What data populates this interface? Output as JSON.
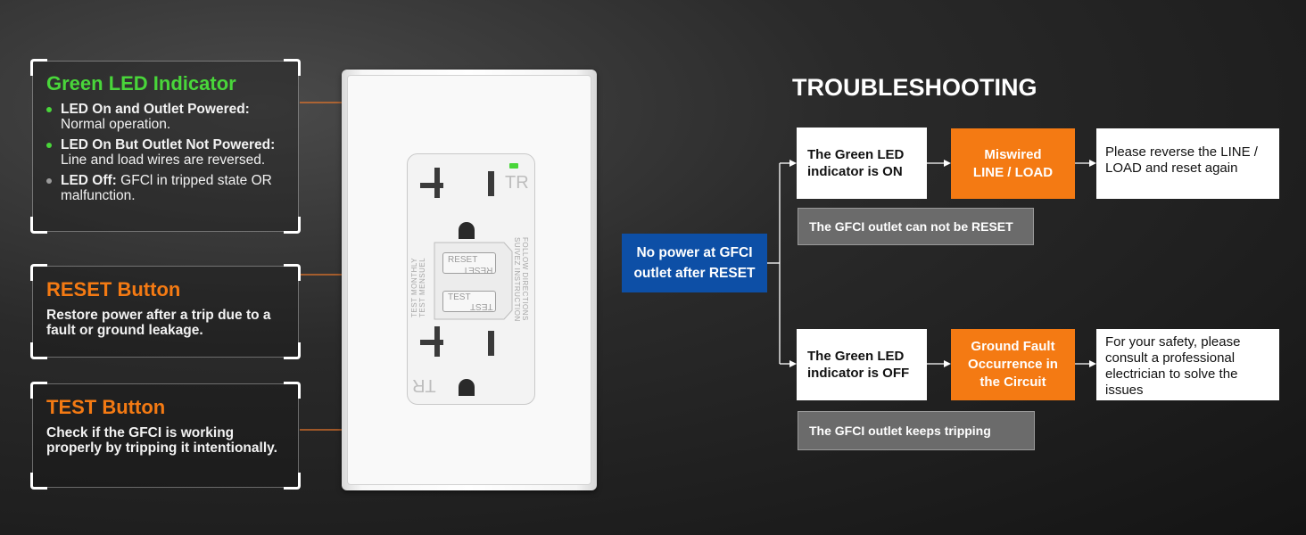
{
  "led_panel": {
    "title": "Green LED Indicator",
    "items": [
      {
        "bold": "LED On and Outlet Powered:",
        "text": "Normal operation.",
        "dot_color": "#49d63a"
      },
      {
        "bold": "LED On But Outlet Not Powered:",
        "text": "Line and load wires are reversed.",
        "dot_color": "#49d63a"
      },
      {
        "bold": "LED Off:",
        "text": " GFCl in tripped state OR malfunction.",
        "dot_color": "#9a9a9a"
      }
    ]
  },
  "reset_panel": {
    "title": "RESET Button",
    "text": "Restore power after a trip due to a fault or ground leakage."
  },
  "test_panel": {
    "title": "TEST Button",
    "text": "Check if the GFCI is working properly by tripping it intentionally."
  },
  "outlet": {
    "reset_label": "RESET",
    "test_label": "TEST",
    "tr_label": "TR",
    "side_left": "TEST MONTHLY\nTEST MENSUEL",
    "side_right": "FOLLOW DIRECTIONS\nSUIVEZ INSTRUCTION"
  },
  "troubleshooting": {
    "title": "TROUBLESHOOTING",
    "start": "No power at GFCI outlet after RESET",
    "branch_on": {
      "condition": "The Green LED indicator is ON",
      "cause": "Miswired LINE / LOAD",
      "action": "Please reverse the LINE / LOAD and reset again",
      "note": "The GFCI outlet can not be RESET"
    },
    "branch_off": {
      "condition": "The Green LED indicator is OFF",
      "cause": "Ground Fault Occurrence in the Circuit",
      "action": "For your safety, please consult a professional electrician to solve the issues",
      "note": "The GFCI outlet keeps tripping"
    }
  },
  "colors": {
    "green": "#49d63a",
    "orange": "#f47a13",
    "blue": "#0d4fa6",
    "leader_line": "#e8762a"
  }
}
